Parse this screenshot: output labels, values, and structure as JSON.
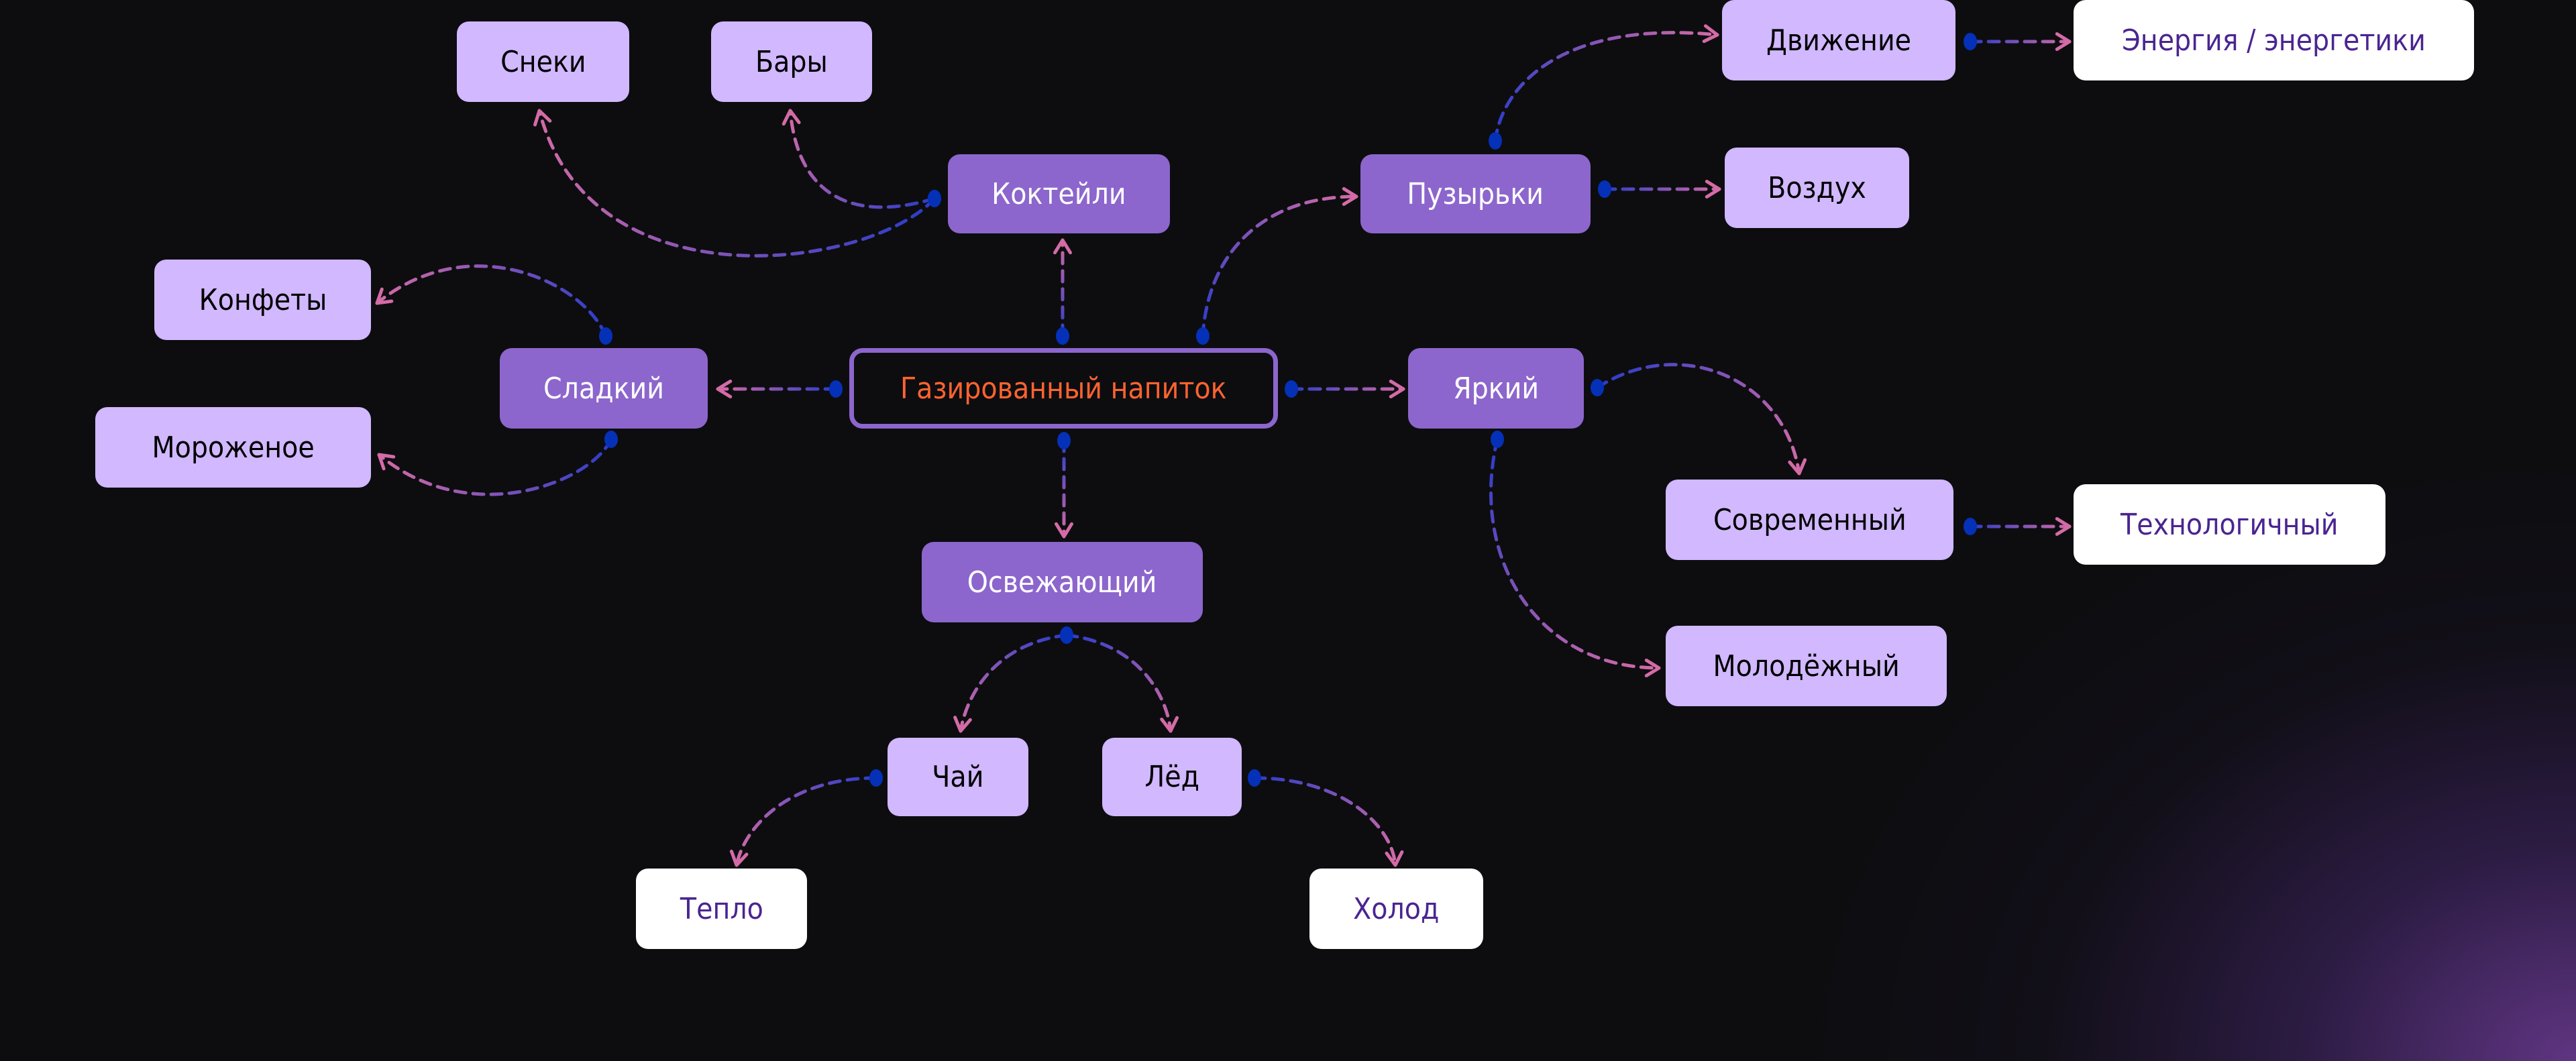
{
  "diagram": {
    "title": "Газированный напиток",
    "colors": {
      "background": "#0d0d10",
      "root_border": "#8c66cc",
      "root_text": "#ff6330",
      "level1_fill": "#8c66cc",
      "level1_text": "#ffffff",
      "level2_fill": "#d1b8ff",
      "level2_text": "#000000",
      "level3_fill": "#ffffff",
      "level3_text": "#4a2591",
      "edge_start": "#2b3cc9",
      "edge_end": "#d46ba6",
      "handle": "#0530b8"
    },
    "nodes": [
      {
        "id": "root",
        "label": "Газированный напиток",
        "level": "root"
      },
      {
        "id": "sweet",
        "label": "Сладкий",
        "level": "1"
      },
      {
        "id": "cocktails",
        "label": "Коктейли",
        "level": "1"
      },
      {
        "id": "bubbles",
        "label": "Пузырьки",
        "level": "1"
      },
      {
        "id": "bright",
        "label": "Яркий",
        "level": "1"
      },
      {
        "id": "refreshing",
        "label": "Освежающий",
        "level": "1"
      },
      {
        "id": "snacks",
        "label": "Снеки",
        "level": "2"
      },
      {
        "id": "bars",
        "label": "Бары",
        "level": "2"
      },
      {
        "id": "candy",
        "label": "Конфеты",
        "level": "2"
      },
      {
        "id": "icecream",
        "label": "Мороженое",
        "level": "2"
      },
      {
        "id": "movement",
        "label": "Движение",
        "level": "2"
      },
      {
        "id": "air",
        "label": "Воздух",
        "level": "2"
      },
      {
        "id": "modern",
        "label": "Современный",
        "level": "2"
      },
      {
        "id": "youth",
        "label": "Молодёжный",
        "level": "2"
      },
      {
        "id": "tea",
        "label": "Чай",
        "level": "2"
      },
      {
        "id": "ice",
        "label": "Лёд",
        "level": "2"
      },
      {
        "id": "energy",
        "label": "Энергия / энергетики",
        "level": "3"
      },
      {
        "id": "tech",
        "label": "Технологичный",
        "level": "3"
      },
      {
        "id": "warm",
        "label": "Тепло",
        "level": "3"
      },
      {
        "id": "cold",
        "label": "Холод",
        "level": "3"
      }
    ],
    "edges": [
      {
        "from": "root",
        "to": "sweet"
      },
      {
        "from": "root",
        "to": "cocktails"
      },
      {
        "from": "root",
        "to": "bubbles"
      },
      {
        "from": "root",
        "to": "bright"
      },
      {
        "from": "root",
        "to": "refreshing"
      },
      {
        "from": "cocktails",
        "to": "snacks"
      },
      {
        "from": "cocktails",
        "to": "bars"
      },
      {
        "from": "sweet",
        "to": "candy"
      },
      {
        "from": "sweet",
        "to": "icecream"
      },
      {
        "from": "bubbles",
        "to": "movement"
      },
      {
        "from": "bubbles",
        "to": "air"
      },
      {
        "from": "movement",
        "to": "energy"
      },
      {
        "from": "bright",
        "to": "modern"
      },
      {
        "from": "bright",
        "to": "youth"
      },
      {
        "from": "modern",
        "to": "tech"
      },
      {
        "from": "refreshing",
        "to": "tea"
      },
      {
        "from": "refreshing",
        "to": "ice"
      },
      {
        "from": "tea",
        "to": "warm"
      },
      {
        "from": "ice",
        "to": "cold"
      }
    ]
  }
}
